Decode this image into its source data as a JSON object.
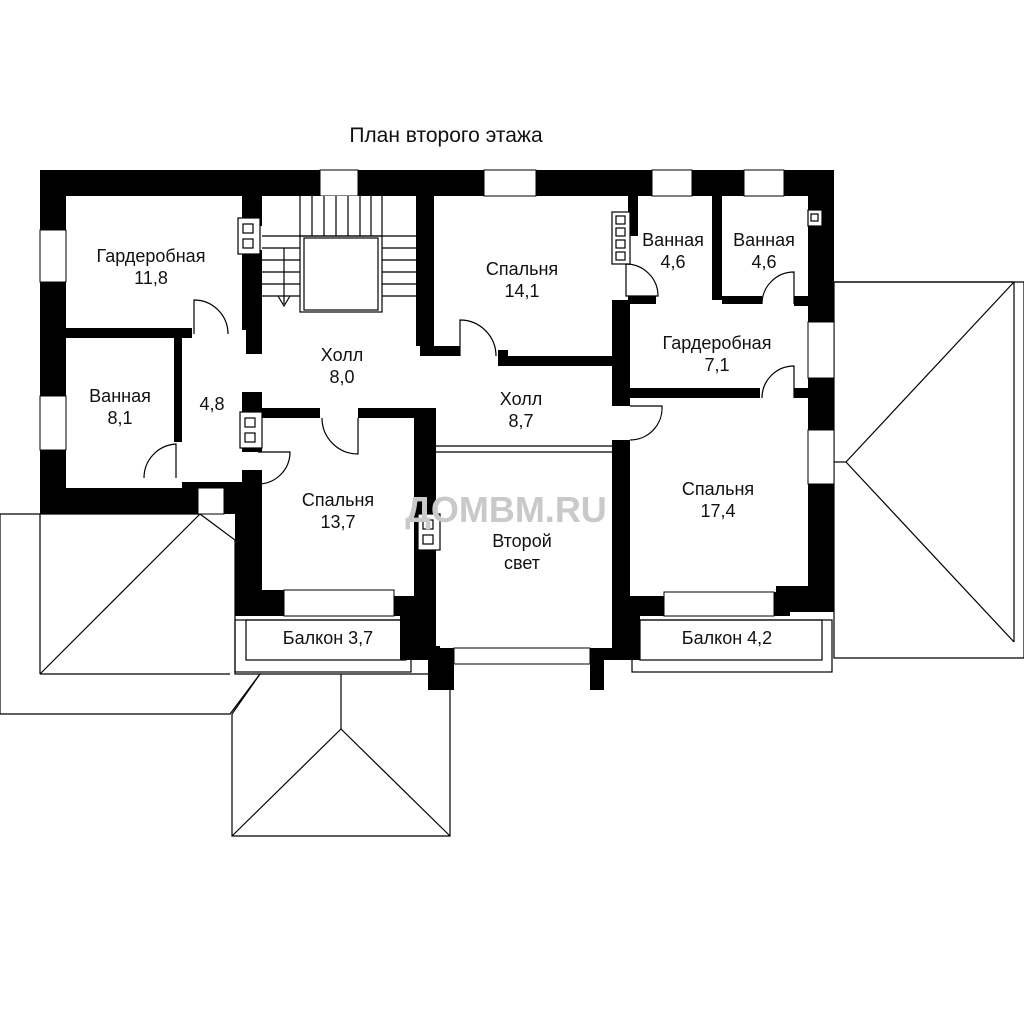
{
  "title": "План второго этажа",
  "watermark": "ДОМВМ.RU",
  "rooms": [
    {
      "name": "Гардеробная",
      "area": "11,8"
    },
    {
      "name": "Спальня",
      "area": "14,1"
    },
    {
      "name": "Ванная",
      "area": "4,6"
    },
    {
      "name": "Ванная",
      "area": "4,6"
    },
    {
      "name": "Ванная",
      "area": "8,1"
    },
    {
      "name": "",
      "area": "4,8"
    },
    {
      "name": "Холл",
      "area": "8,0"
    },
    {
      "name": "Холл",
      "area": "8,7"
    },
    {
      "name": "Гардеробная",
      "area": "7,1"
    },
    {
      "name": "Спальня",
      "area": "13,7"
    },
    {
      "name": "Спальня",
      "area": "17,4"
    },
    {
      "name": "Второй",
      "area": "свет"
    }
  ],
  "balconies": [
    {
      "label": "Балкон 3,7"
    },
    {
      "label": "Балкон 4,2"
    }
  ]
}
